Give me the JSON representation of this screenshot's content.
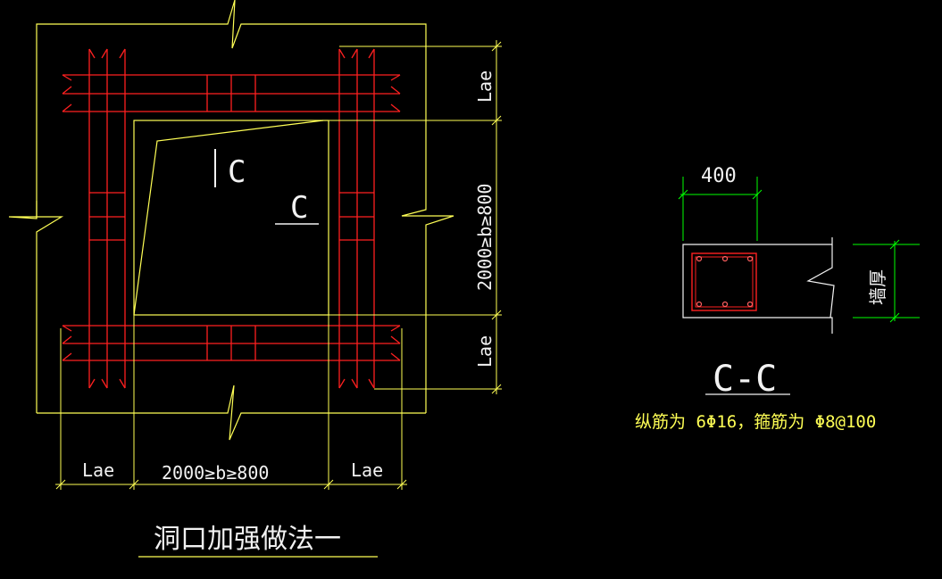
{
  "colors": {
    "background": "#000000",
    "outline": "#ffff55",
    "rebar": "#ff2020",
    "dimension": "#00ff00",
    "text_white": "#f2f2f2",
    "stirrup_dot": "#ff6060"
  },
  "plan": {
    "section_mark_c": "C",
    "section_mark_c2": "C",
    "dim_right_top": "Lae",
    "dim_right_mid": "2000≥b≥800",
    "dim_right_bottom": "Lae",
    "dim_bottom_left": "Lae",
    "dim_bottom_mid": "2000≥b≥800",
    "dim_bottom_right": "Lae",
    "title": "洞口加强做法一"
  },
  "section": {
    "width_dim": "400",
    "wall_label": "墙厚",
    "title": "C-C",
    "note": "纵筋为 6Φ16，箍筋为 Φ8@100"
  }
}
